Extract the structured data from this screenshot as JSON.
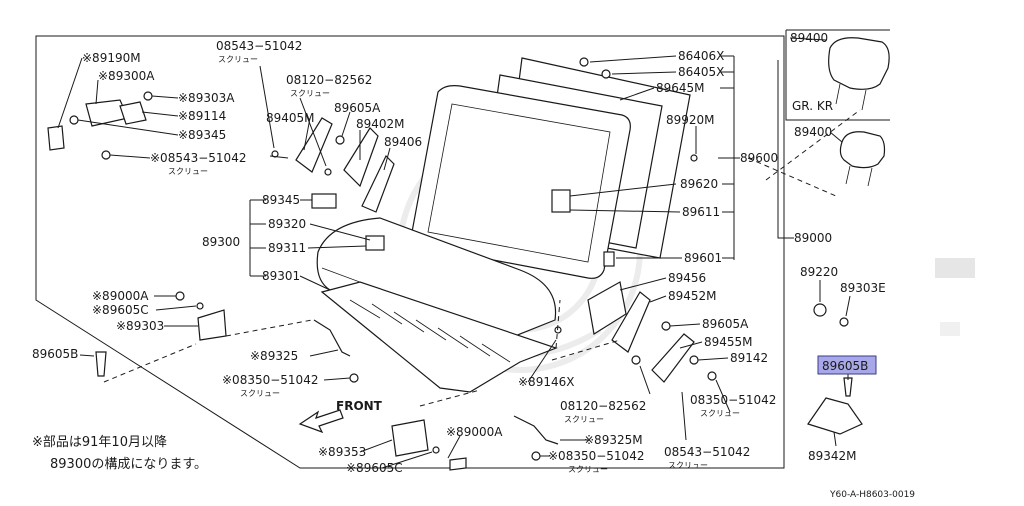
{
  "labels": {
    "l_89190M": "※89190M",
    "l_89300A": "※89300A",
    "l_89303A": "※89303A",
    "l_89114": "※89114",
    "l_89345a": "※89345",
    "l_08543_top": "08543−51042",
    "l_08543_top_sub": "スクリュー",
    "l_08543_left": "※08543−51042",
    "l_08543_left_sub": "スクリュー",
    "l_08120_top": "08120−82562",
    "l_08120_top_sub": "スクリュー",
    "l_89605A_top": "89605A",
    "l_89405M": "89405M",
    "l_89402M": "89402M",
    "l_89406": "89406",
    "l_89345b": "89345",
    "l_89320": "89320",
    "l_89300": "89300",
    "l_89311": "89311",
    "l_89301": "89301",
    "l_86406X": "86406X",
    "l_86405X": "86405X",
    "l_89645M": "89645M",
    "l_89920M": "89920M",
    "l_89600": "89600",
    "l_89620": "89620",
    "l_89611": "89611",
    "l_89601": "89601",
    "l_89000": "89000",
    "l_89400_top": "89400",
    "l_GRKR": "GR. KR",
    "l_89400_mid": "89400",
    "l_89220": "89220",
    "l_89303E": "89303E",
    "l_89605B_hl": "89605B",
    "l_89342M": "89342M",
    "l_89456": "89456",
    "l_89452M": "89452M",
    "l_89605A_r": "89605A",
    "l_89455M": "89455M",
    "l_89142": "89142",
    "l_08350_r": "08350−51042",
    "l_08350_r_sub": "スクリュー",
    "l_08120_b": "08120−82562",
    "l_08120_b_sub": "スクリュー",
    "l_08543_b": "08543−51042",
    "l_08543_b_sub": "スクリュー",
    "l_89146X": "※89146X",
    "l_89325M": "※89325M",
    "l_08350_b": "※08350−51042",
    "l_08350_b_sub": "スクリュー",
    "l_89000A_b": "※89000A",
    "l_89353": "※89353",
    "l_89605C_b": "※89605C",
    "l_89000A_l": "※89000A",
    "l_89605C_l": "※89605C",
    "l_89303": "※89303",
    "l_89605B_l": "89605B",
    "l_89325": "※89325",
    "l_08350_l": "※08350−51042",
    "l_08350_l_sub": "スクリュー",
    "front": "FRONT"
  },
  "note": {
    "line1": "※部品は91年10月以降",
    "line2": "89300の構成になります。"
  },
  "ref_code": "Y60-A-H8603-0019",
  "highlight_color": "#a8a8e8"
}
